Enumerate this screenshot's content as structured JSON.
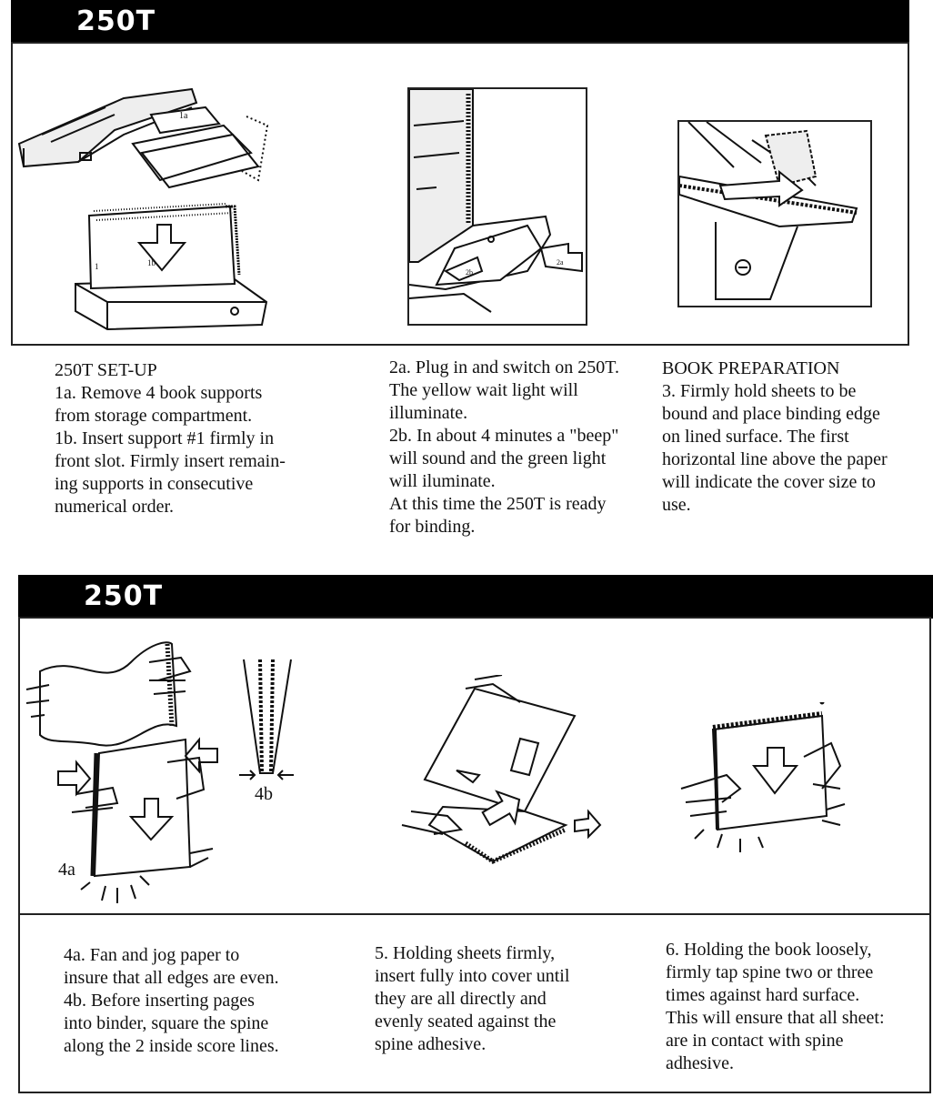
{
  "panel1": {
    "header": "250T",
    "setup_text": "250T SET-UP\n1a. Remove 4 book supports\nfrom storage compartment.\n1b. Insert support #1 firmly in\nfront slot. Firmly insert remain-\ning supports in consecutive\nnumerical order.",
    "power_text": "2a. Plug in and switch on 250T.\nThe yellow wait light will\nilluminate.\n2b. In about 4 minutes a \"beep\"\nwill sound and the green light\nwill iluminate.\nAt this time the 250T is ready\nfor binding.",
    "prep_text": "BOOK PREPARATION\n3. Firmly hold sheets to be\nbound and place binding edge\non lined surface. The first\nhorizontal line above the paper\nwill indicate the cover size to\nuse.",
    "callouts": [
      "1a",
      "1b",
      "1",
      "2b",
      "2a"
    ]
  },
  "panel2": {
    "header": "250T",
    "label_4a": "4a",
    "label_4b": "4b",
    "step4_text": "4a. Fan and jog paper to\ninsure that all edges are even.\n4b. Before inserting pages\ninto binder, square the spine\nalong the 2 inside score lines.",
    "step5_text": "5. Holding sheets firmly,\ninsert fully into cover until\nthey are all directly and\nevenly seated against the\nspine adhesive.",
    "step6_text": "6. Holding the book loosely,\nfirmly tap spine two or three\ntimes against hard surface.\nThis will ensure that all sheet:\nare in contact with spine\nadhesive."
  }
}
